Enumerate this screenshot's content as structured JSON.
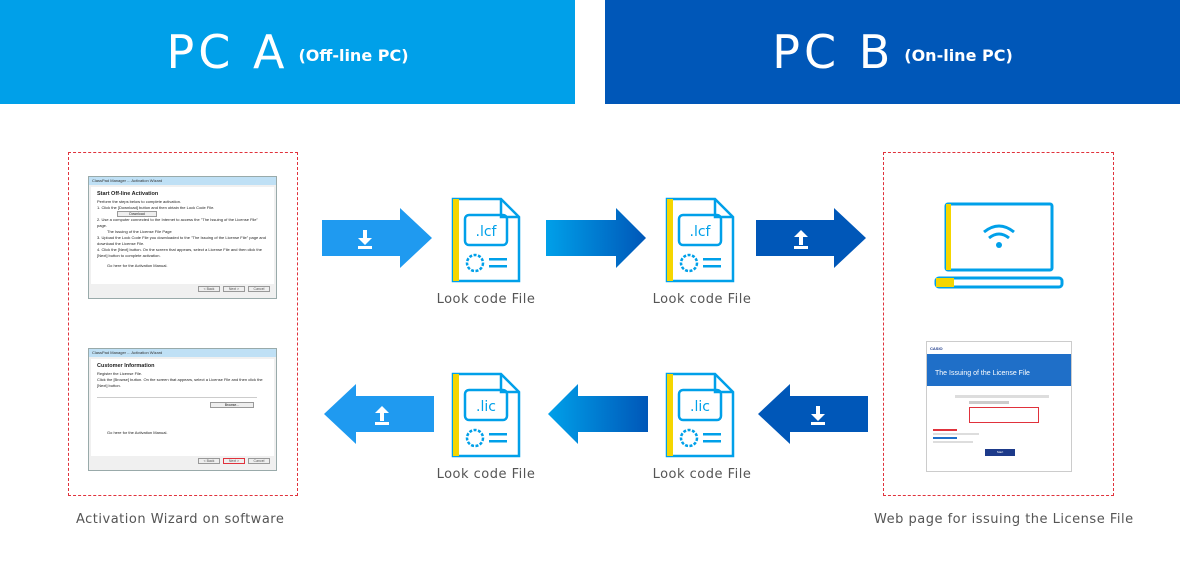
{
  "headers": {
    "pc_a": {
      "title": "PC A",
      "subtitle": "(Off-line PC)"
    },
    "pc_b": {
      "title": "PC B",
      "subtitle": "(On-line PC)"
    }
  },
  "captions": {
    "left": "Activation Wizard on software",
    "right": "Web page for issuing the License File"
  },
  "files": {
    "lcf_ext": ".lcf",
    "lic_ext": ".lic",
    "label": "Look code File"
  },
  "wizard_top": {
    "title_bar": "ClassPad Manager ... Activation Wizard",
    "heading": "Start Off-line Activation",
    "line1": "Perform the steps below to complete activation.",
    "line2": "1. Click the [Download] button and then obtain the Lock Code File.",
    "download_button": "Download",
    "line3": "2. Use a computer connected to the Internet to access the \"The Issuing of the License File\" page.",
    "line4": "The Issuing of the License File Page",
    "line5": "3. Upload the Lock Code File you downloaded to the \"The Issuing of the License File\" page and download the License File.",
    "line6": "4. Click the [Next] button. On the screen that appears, select a License File and then click the [Next] button to complete activation.",
    "manual_link": "Go here for the Activation Manual.",
    "back": "< Back",
    "next": "Next >",
    "cancel": "Cancel"
  },
  "wizard_bottom": {
    "title_bar": "ClassPad Manager ... Activation Wizard",
    "heading": "Customer Information",
    "line1": "Register the License File.",
    "line2": "Click the [Browse] button. On the screen that appears, select a License File and then click the [Next] button.",
    "browse_button": "Browse...",
    "manual_link": "Go here for the Activation Manual.",
    "back": "< Back",
    "next": "Next >",
    "cancel": "Cancel"
  },
  "web_page": {
    "logo": "CASIO",
    "banner_title": "The Issuing of the License File",
    "submit": "Start"
  },
  "colors": {
    "light_blue": "#00a0e9",
    "dark_blue": "#0057b8",
    "yellow": "#f5d600",
    "red_dashed": "#e0323c"
  }
}
